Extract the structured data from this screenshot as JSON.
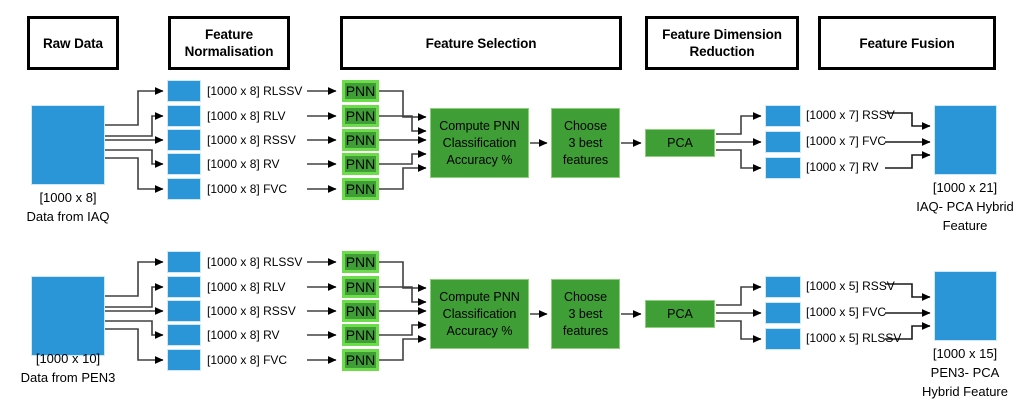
{
  "diagram": {
    "title": "IAQ and PEN3 PCA hybrid feature extraction pipeline",
    "colors": {
      "blue_fill": "#2a96d8",
      "green_fill": "#3f9e35",
      "pnn_border": "#6ddc4b",
      "box_border": "#000000",
      "wire": "#404040"
    },
    "stage_headers": [
      {
        "id": "raw-data",
        "label": "Raw Data"
      },
      {
        "id": "feature-normalisation",
        "label": "Feature\nNormalisation"
      },
      {
        "id": "feature-selection",
        "label": "Feature Selection"
      },
      {
        "id": "feature-dimension-reduction",
        "label": "Feature Dimension\nReduction"
      },
      {
        "id": "feature-fusion",
        "label": "Feature Fusion"
      }
    ],
    "rows": [
      {
        "id": "iaq",
        "source": {
          "dimension": "[1000 x 8]",
          "description": "Data from IAQ"
        },
        "normalised_features": [
          {
            "dimension": "[1000 x 8]",
            "name": "RLSSV"
          },
          {
            "dimension": "[1000 x 8]",
            "name": "RLV"
          },
          {
            "dimension": "[1000 x 8]",
            "name": "RSSV"
          },
          {
            "dimension": "[1000 x 8]",
            "name": "RV"
          },
          {
            "dimension": "[1000 x 8]",
            "name": "FVC"
          }
        ],
        "classifiers": [
          {
            "label": "PNN"
          },
          {
            "label": "PNN"
          },
          {
            "label": "PNN"
          },
          {
            "label": "PNN"
          },
          {
            "label": "PNN"
          }
        ],
        "compute_block": "Compute  PNN\nClassification\nAccuracy %",
        "choose_block": "Choose\n3 best\nfeatures",
        "reduction_block": "PCA",
        "reduced_features": [
          {
            "dimension": "[1000 x 7]",
            "name": "RSSV"
          },
          {
            "dimension": "[1000 x 7]",
            "name": "FVC"
          },
          {
            "dimension": "[1000 x 7]",
            "name": "RV"
          }
        ],
        "fusion": {
          "dimension": "[1000 x 21]",
          "description": "IAQ- PCA Hybrid\nFeature"
        }
      },
      {
        "id": "pen3",
        "source": {
          "dimension": "[1000 x 10]",
          "description": "Data from PEN3"
        },
        "normalised_features": [
          {
            "dimension": "[1000 x 8]",
            "name": "RLSSV"
          },
          {
            "dimension": "[1000 x 8]",
            "name": "RLV"
          },
          {
            "dimension": "[1000 x 8]",
            "name": "RSSV"
          },
          {
            "dimension": "[1000 x 8]",
            "name": "RV"
          },
          {
            "dimension": "[1000 x 8]",
            "name": "FVC"
          }
        ],
        "classifiers": [
          {
            "label": "PNN"
          },
          {
            "label": "PNN"
          },
          {
            "label": "PNN"
          },
          {
            "label": "PNN"
          },
          {
            "label": "PNN"
          }
        ],
        "compute_block": "Compute  PNN\nClassification\nAccuracy %",
        "choose_block": "Choose\n3 best\nfeatures",
        "reduction_block": "PCA",
        "reduced_features": [
          {
            "dimension": "[1000 x 5]",
            "name": "RSSV"
          },
          {
            "dimension": "[1000 x 5]",
            "name": "FVC"
          },
          {
            "dimension": "[1000 x 5]",
            "name": "RLSSV"
          }
        ],
        "fusion": {
          "dimension": "[1000 x 15]",
          "description": "PEN3- PCA\nHybrid Feature"
        }
      }
    ]
  }
}
